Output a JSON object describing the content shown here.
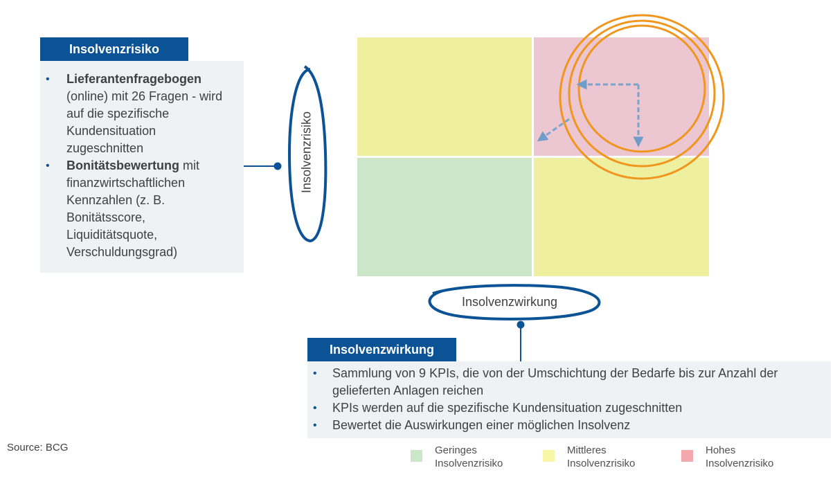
{
  "left_panel": {
    "tag": "Insolvenzrisiko",
    "bullets": [
      {
        "bold": "Lieferantenfragebogen",
        "text": " (online) mit 26 Fragen - wird auf die spezifische Kundensituation zugeschnitten"
      },
      {
        "bold": "Bonitätsbewertung",
        "text": " mit finanzwirtschaftlichen Kennzahlen (z. B. Bonitätsscore, Liquiditätsquote, Verschuldungsgrad)"
      }
    ]
  },
  "matrix": {
    "y_label": "Insolvenzrisiko",
    "x_label": "Insolvenzwirkung",
    "colors": {
      "green": "#cbe6c9",
      "yellow": "#eef0a0",
      "pink": "#ecc6d0",
      "ring": "#f0961e",
      "axis_ring": "#0b5394",
      "arrow": "#7aa4cc"
    }
  },
  "bottom_panel": {
    "tag": "Insolvenzwirkung",
    "bullets": [
      "Sammlung von 9 KPIs, die von der Umschichtung der Bedarfe bis zur Anzahl der gelieferten Anlagen reichen",
      "KPIs werden auf die spezifische Kundensituation zugeschnitten",
      "Bewertet die Auswirkungen einer möglichen Insolvenz"
    ]
  },
  "source": "Source: BCG",
  "legend": [
    {
      "line1": "Geringes",
      "line2": "Insolvenzrisiko",
      "color": "#cbe6c9"
    },
    {
      "line1": "Mittleres",
      "line2": "Insolvenzrisiko",
      "color": "#f7f7a6"
    },
    {
      "line1": "Hohes",
      "line2": "Insolvenzrisiko",
      "color": "#f2a8ac"
    }
  ]
}
